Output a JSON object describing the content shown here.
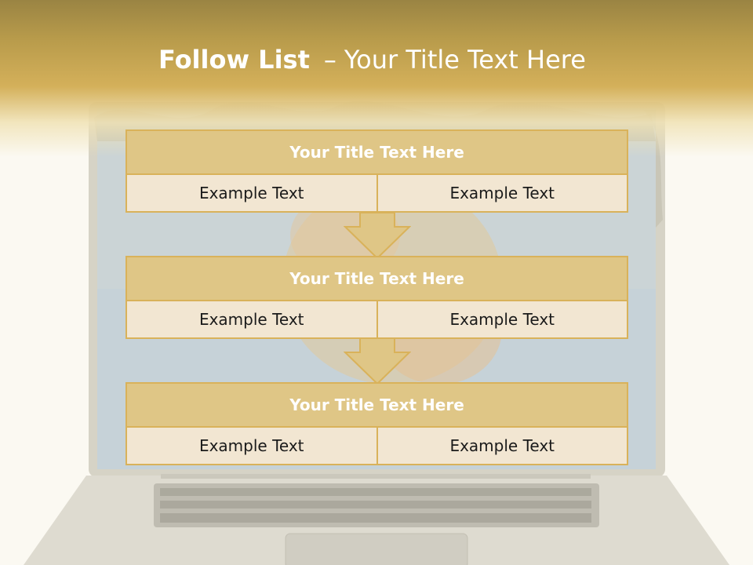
{
  "title": {
    "bold": "Follow List",
    "dash": "–",
    "rest": "Your Title Text Here"
  },
  "blocks": [
    {
      "title": "Your Title Text Here",
      "left": "Example Text",
      "right": "Example Text"
    },
    {
      "title": "Your Title Text Here",
      "left": "Example Text",
      "right": "Example Text"
    },
    {
      "title": "Your Title Text Here",
      "left": "Example Text",
      "right": "Example Text"
    }
  ],
  "colors": {
    "header": "#c9a957",
    "box_title": "#dfc686",
    "box_cell": "#f2e6d2",
    "border": "#d9b25a"
  }
}
